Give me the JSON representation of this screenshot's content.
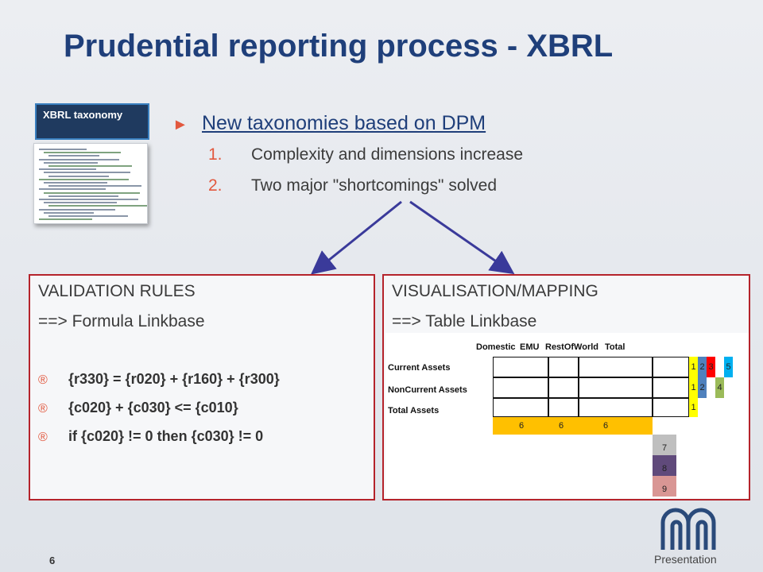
{
  "slide": {
    "title": "Prudential reporting process - XBRL",
    "badge": "XBRL taxonomy",
    "main_bullet": "New taxonomies based on DPM",
    "sub_items": [
      {
        "num": "1.",
        "text": "Complexity and dimensions increase"
      },
      {
        "num": "2.",
        "text": "Two major \"shortcomings\" solved"
      }
    ],
    "left_box": {
      "title": "VALIDATION RULES",
      "subtitle": "==> Formula Linkbase",
      "rules": [
        "{r330} = {r020} + {r160} + {r300}",
        "{c020} + {c030} <= {c010}",
        "if {c020} != 0 then {c030} != 0"
      ],
      "rule_marker": "®"
    },
    "right_box": {
      "title": "VISUALISATION/MAPPING",
      "subtitle": "==> Table Linkbase",
      "columns": [
        "Domestic",
        "EMU",
        "RestOfWorld",
        "Total"
      ],
      "rows": [
        "Current Assets",
        "NonCurrent Assets",
        "Total Assets"
      ],
      "row_markers": [
        [
          {
            "t": "1",
            "c": "#ffff00"
          },
          {
            "t": "2",
            "c": "#4f81bd"
          },
          {
            "t": "3",
            "c": "#ff0000"
          },
          {
            "t": "",
            "c": "#ffffff"
          },
          {
            "t": "5",
            "c": "#00b0f0"
          }
        ],
        [
          {
            "t": "1",
            "c": "#ffff00"
          },
          {
            "t": "2",
            "c": "#4f81bd"
          },
          {
            "t": "",
            "c": "#ffffff"
          },
          {
            "t": "4",
            "c": "#9bbb59"
          }
        ],
        [
          {
            "t": "1",
            "c": "#ffff00"
          }
        ]
      ],
      "bottom_marker": [
        "6",
        "6",
        "6"
      ],
      "stack_markers": [
        {
          "t": "7",
          "c": "#bfbfbf"
        },
        {
          "t": "8",
          "c": "#604a7b"
        },
        {
          "t": "9",
          "c": "#d99694"
        }
      ]
    },
    "footer": {
      "page_number": "6",
      "label": "Presentation"
    },
    "colors": {
      "title": "#1f3f7a",
      "accent": "#e2583e",
      "box_border": "#b5232b",
      "arrow": "#3a3a9a",
      "marker_orange": "#ffc000"
    }
  }
}
